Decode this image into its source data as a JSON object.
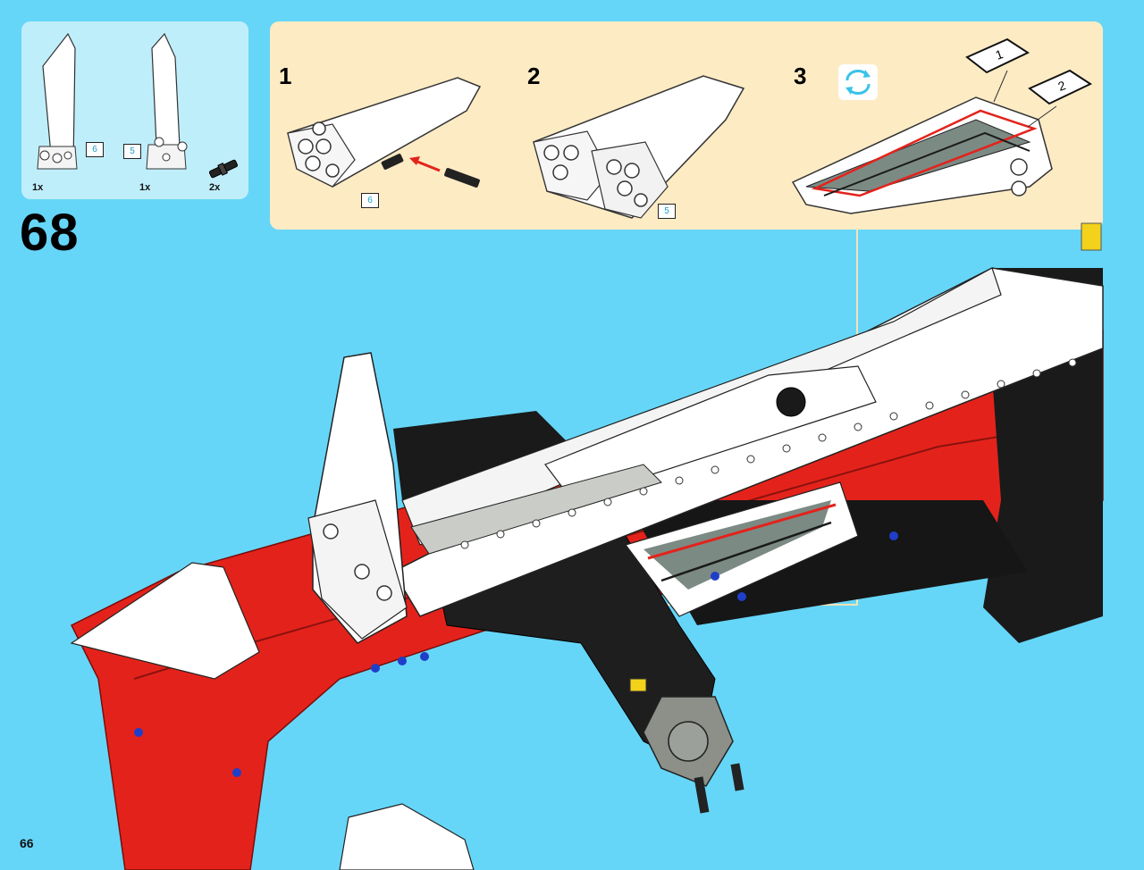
{
  "page": {
    "number": "66",
    "background": "#66d6f8"
  },
  "parts_list": {
    "items": [
      {
        "qty": "1x",
        "tag": "6",
        "icon": "white-wing-panel-icon"
      },
      {
        "qty": "1x",
        "tag": "5",
        "icon": "white-wing-panel-icon"
      },
      {
        "qty": "2x",
        "icon": "black-connector-pin-icon"
      }
    ]
  },
  "step": {
    "number": "68"
  },
  "sub_assembly": {
    "background": "#fdebc4",
    "steps": [
      {
        "number": "1",
        "tag": "6"
      },
      {
        "number": "2",
        "tag": "5"
      },
      {
        "number": "3",
        "icon": "rotate-icon",
        "stickers": [
          "1",
          "2"
        ]
      }
    ]
  },
  "colors": {
    "red": "#e3231b",
    "black": "#1a1a1a",
    "white": "#ffffff",
    "gray": "#8c9088"
  }
}
